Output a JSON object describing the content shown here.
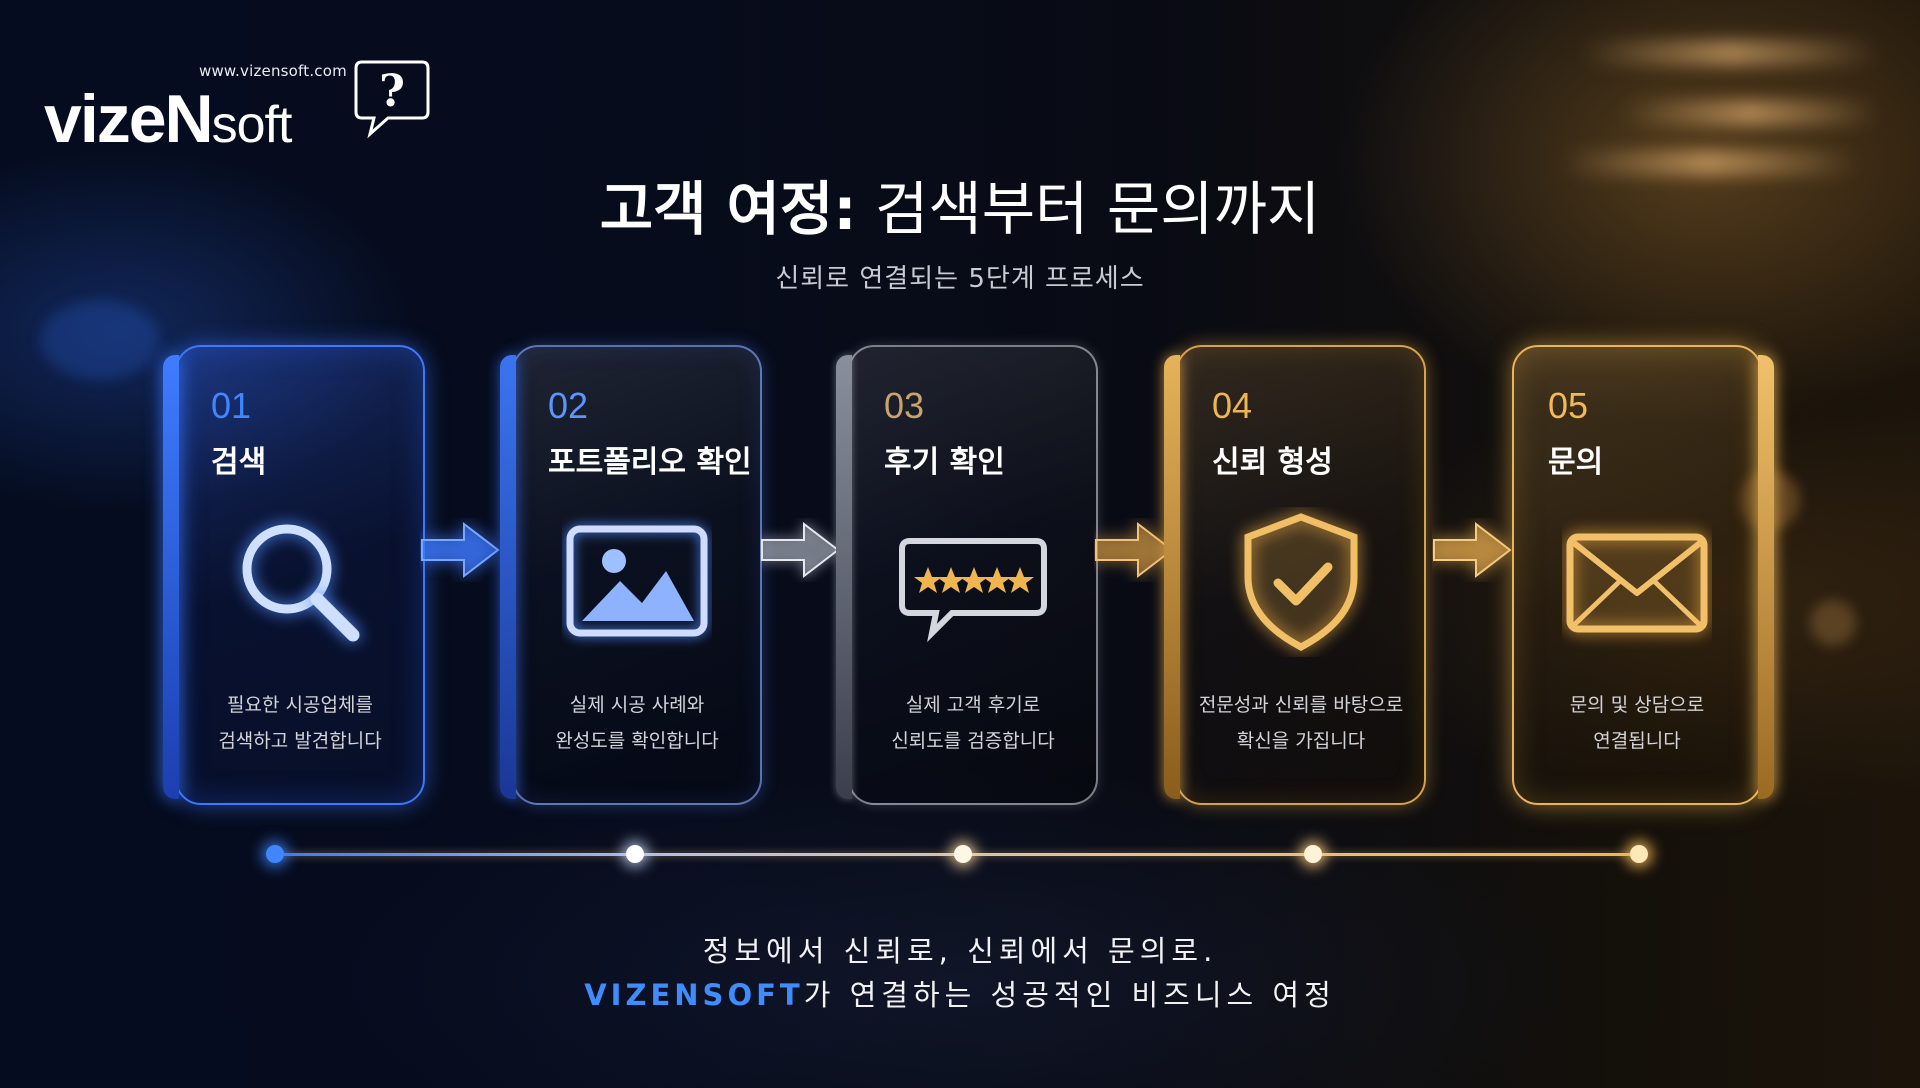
{
  "logo": {
    "url": "www.vizensoft.com",
    "main": "vizeN",
    "suffix": "soft",
    "bubble_glyph": "?"
  },
  "header": {
    "title_bold": "고객 여정:",
    "title_light": "검색부터 문의까지",
    "subtitle": "신뢰로 연결되는 5단계 프로세스"
  },
  "steps": [
    {
      "number": "01",
      "title": "검색",
      "icon": "search-icon",
      "desc_line1": "필요한 시공업체를",
      "desc_line2": "검색하고 발견합니다"
    },
    {
      "number": "02",
      "title": "포트폴리오 확인",
      "icon": "image-icon",
      "desc_line1": "실제 시공 사례와",
      "desc_line2": "완성도를 확인합니다"
    },
    {
      "number": "03",
      "title": "후기 확인",
      "icon": "review-stars-icon",
      "desc_line1": "실제 고객 후기로",
      "desc_line2": "신뢰도를 검증합니다"
    },
    {
      "number": "04",
      "title": "신뢰 형성",
      "icon": "shield-check-icon",
      "desc_line1": "전문성과 신뢰를 바탕으로",
      "desc_line2": "확신을 가집니다"
    },
    {
      "number": "05",
      "title": "문의",
      "icon": "envelope-icon",
      "desc_line1": "문의 및 상담으로",
      "desc_line2": "연결됩니다"
    }
  ],
  "tagline": {
    "line1": "정보에서 신뢰로, 신뢰에서 문의로.",
    "brand": "VIZENSOFT",
    "line2_rest": "가 연결하는 성공적인 비즈니스 여정"
  },
  "colors": {
    "blue_accent": "#3f86ff",
    "gold_accent": "#f0b54f",
    "background": "#070c1c"
  }
}
